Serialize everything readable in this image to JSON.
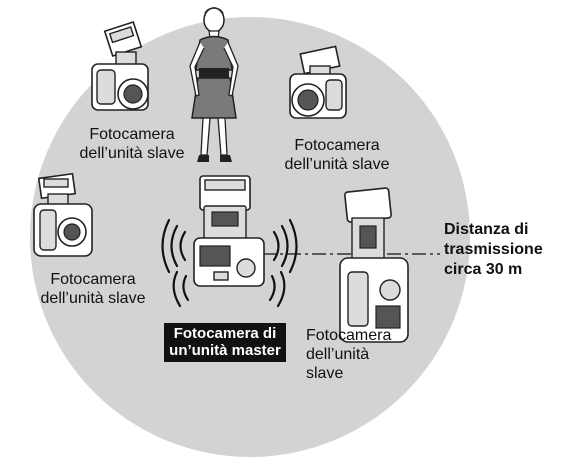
{
  "labels": {
    "slave_top_left": [
      "Fotocamera",
      "dell’unità slave"
    ],
    "slave_top_right": [
      "Fotocamera",
      "dell’unità slave"
    ],
    "slave_mid_left": [
      "Fotocamera",
      "dell’unità slave"
    ],
    "slave_bottom_right": [
      "Fotocamera",
      "dell’unità",
      "slave"
    ],
    "master": [
      "Fotocamera di",
      "un’unità master"
    ]
  },
  "distance": [
    "Distanza di",
    "trasmissione",
    "circa 30 m"
  ],
  "colors": {
    "disc": "#d3d3d3",
    "ink": "#111111",
    "master_bg": "#111111",
    "master_text": "#ffffff"
  }
}
